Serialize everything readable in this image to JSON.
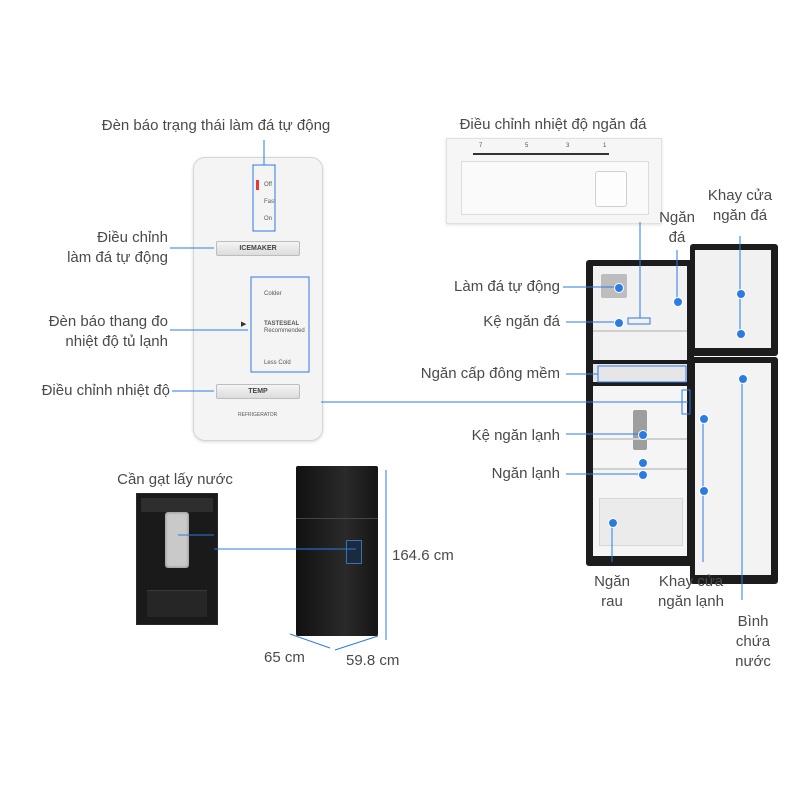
{
  "labels": {
    "ice_status_light": "Đèn báo trạng thái làm đá tự động",
    "ice_adjust": "Điều chỉnh\nlàm đá tự động",
    "fridge_temp_indicator": "Đèn báo thang đo\nnhiệt độ tủ lạnh",
    "temp_adjust": "Điều chỉnh nhiệt độ",
    "water_lever": "Cần gạt lấy nước",
    "freezer_temp_adjust": "Điều chỉnh nhiệt độ ngăn đá",
    "freezer_compartment": "Ngăn\nđá",
    "freezer_door_tray": "Khay cửa\nngăn đá",
    "auto_ice_maker": "Làm đá tự động",
    "freezer_shelf": "Kệ ngăn đá",
    "soft_freeze": "Ngăn cấp đông mềm",
    "fridge_shelf": "Kệ ngăn lạnh",
    "fridge_compartment": "Ngăn lạnh",
    "vegetable_drawer": "Ngăn\nrau",
    "fridge_door_tray": "Khay cửa\nngăn lạnh",
    "water_tank": "Bình\nchứa\nnước"
  },
  "dimensions": {
    "height": "164.6 cm",
    "depth": "65 cm",
    "width": "59.8 cm"
  },
  "control_panel": {
    "status_options": [
      "Off",
      "Fast",
      "On"
    ],
    "icemaker_button": "ICEMAKER",
    "temp_scale": [
      "Colder",
      "TASTESEAL",
      "Recommended",
      "Less Cold"
    ],
    "temp_button": "TEMP",
    "footer": "REFRIGERATOR"
  },
  "freezer_dial": {
    "scale": [
      "7",
      "5",
      "3",
      "1"
    ]
  },
  "colors": {
    "callout": "#2c7be5",
    "fridge_body": "#1c1c1c",
    "indicator_red": "#e53935"
  }
}
